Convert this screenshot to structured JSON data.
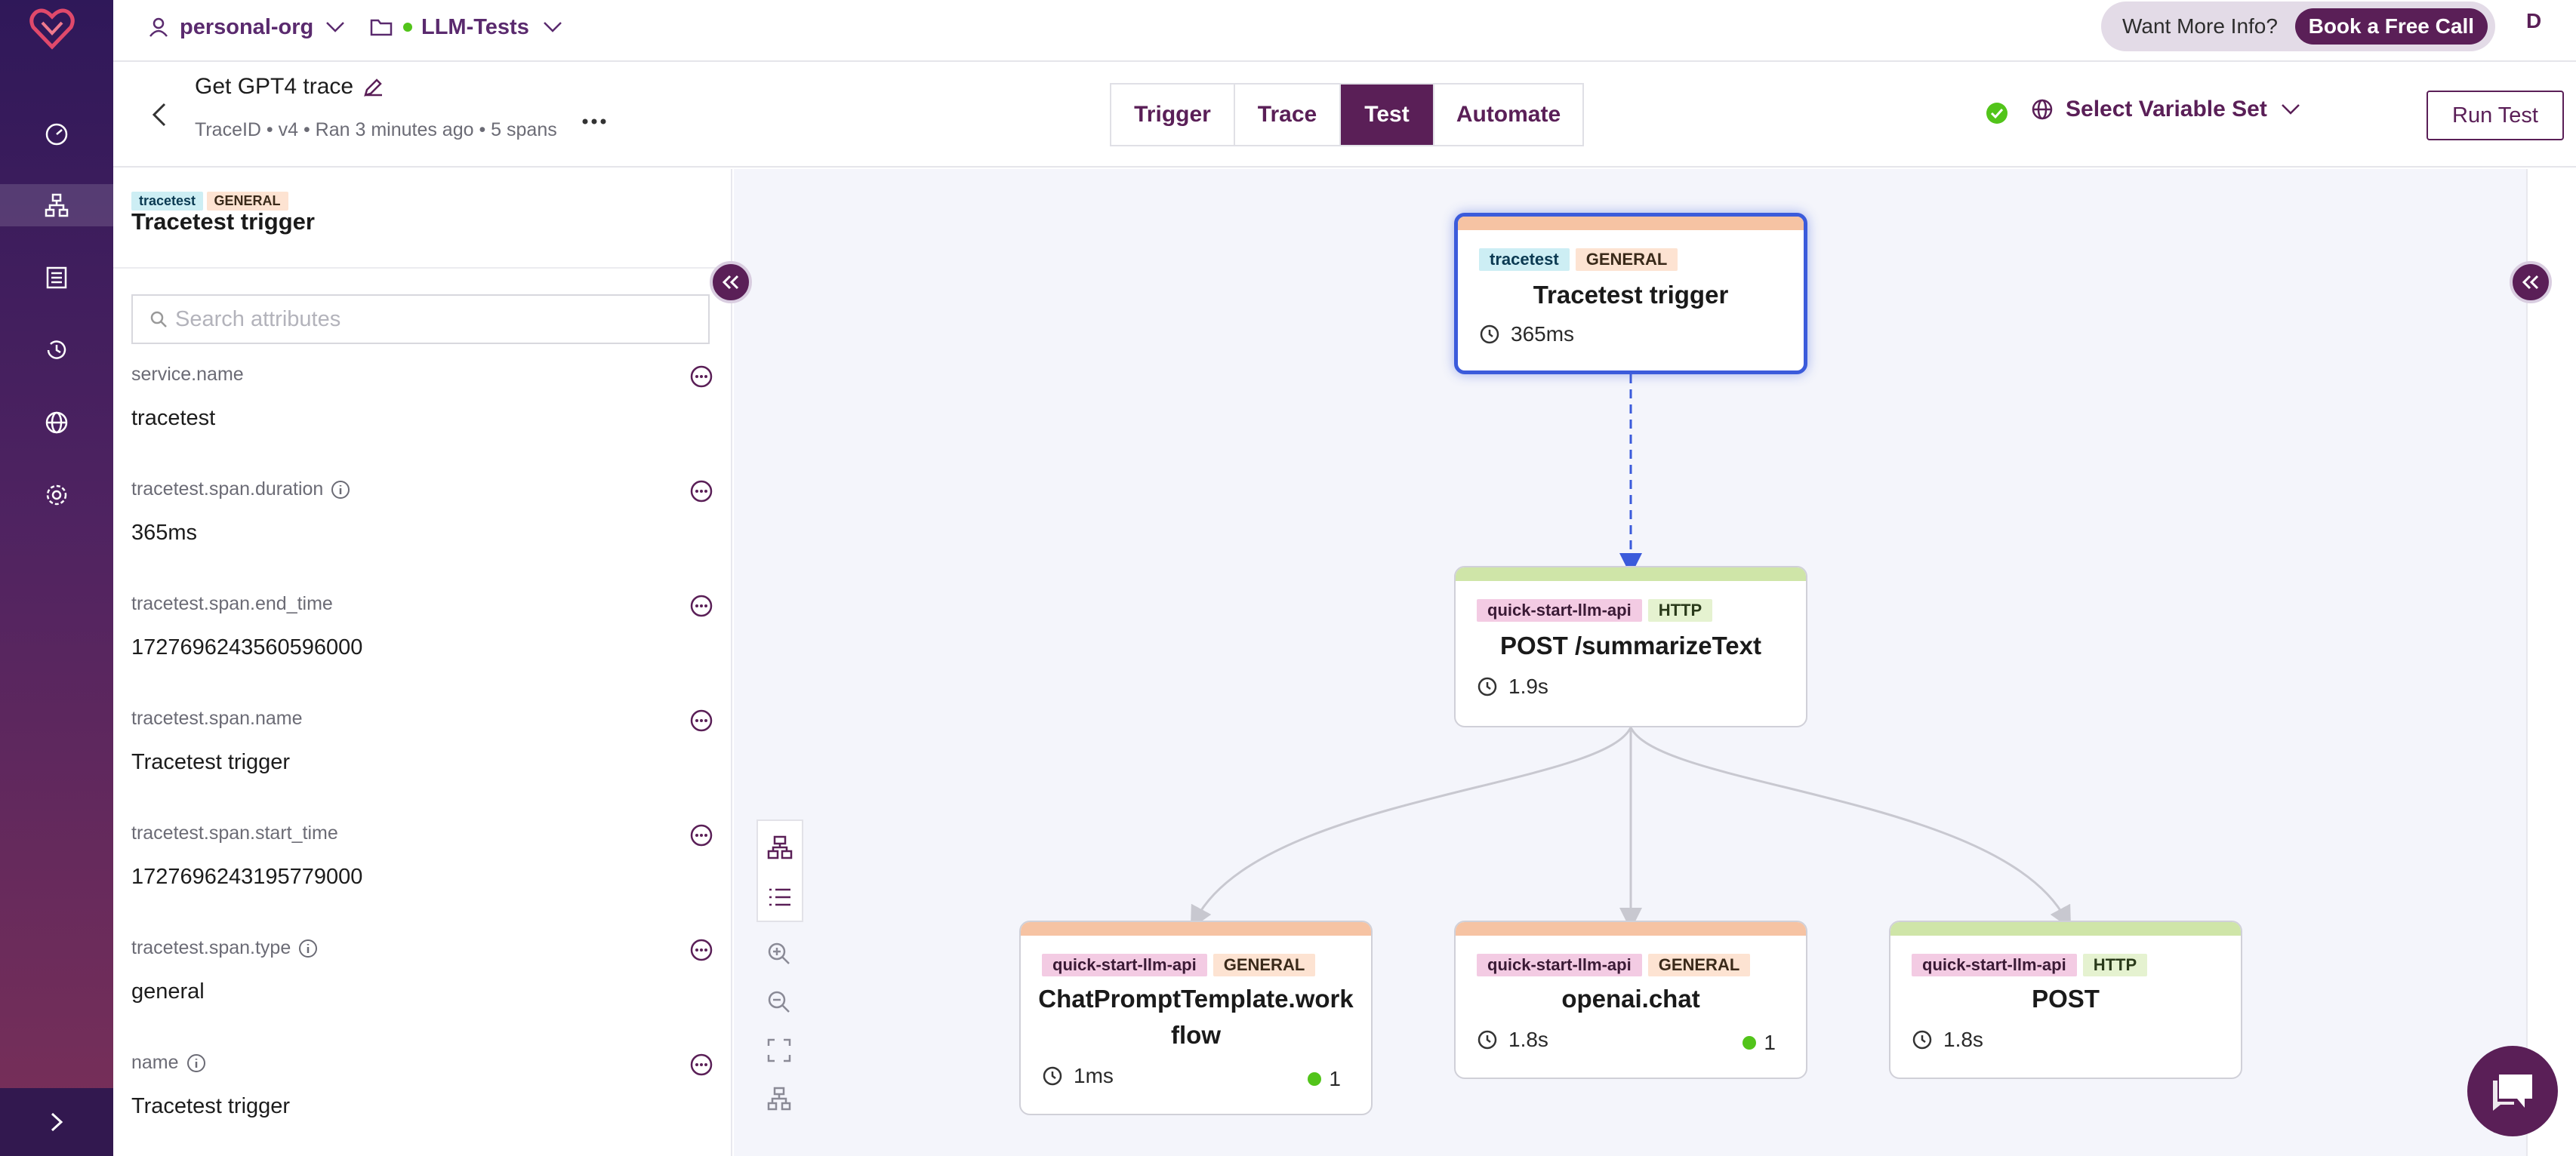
{
  "top_bar": {
    "org": "personal-org",
    "project": "LLM-Tests",
    "promo_text": "Want More Info?",
    "promo_button": "Book a Free Call",
    "user_initial": "D"
  },
  "header": {
    "title": "Get GPT4 trace",
    "meta": "TraceID • v4 • Ran 3 minutes ago • 5 spans",
    "tabs": [
      {
        "label": "Trigger"
      },
      {
        "label": "Trace"
      },
      {
        "label": "Test"
      },
      {
        "label": "Automate"
      }
    ],
    "active_tab": "Test",
    "variable_set_label": "Select Variable Set",
    "run_button": "Run Test"
  },
  "attributes_panel": {
    "tags": [
      "tracetest",
      "GENERAL"
    ],
    "title": "Tracetest trigger",
    "search_placeholder": "Search attributes",
    "attributes": [
      {
        "key": "service.name",
        "value": "tracetest",
        "info": false
      },
      {
        "key": "tracetest.span.duration",
        "value": "365ms",
        "info": true
      },
      {
        "key": "tracetest.span.end_time",
        "value": "1727696243560596000",
        "info": false
      },
      {
        "key": "tracetest.span.name",
        "value": "Tracetest trigger",
        "info": false
      },
      {
        "key": "tracetest.span.start_time",
        "value": "1727696243195779000",
        "info": false
      },
      {
        "key": "tracetest.span.type",
        "value": "general",
        "info": true
      },
      {
        "key": "name",
        "value": "Tracetest trigger",
        "info": true
      }
    ]
  },
  "graph": {
    "nodes": [
      {
        "id": "trigger",
        "tags": [
          "tracetest",
          "GENERAL"
        ],
        "name": "Tracetest trigger",
        "duration": "365ms",
        "count": "",
        "selected": true,
        "bar_color": "#f6c3a3"
      },
      {
        "id": "summarize",
        "tags": [
          "quick-start-llm-api",
          "HTTP"
        ],
        "name": "POST /summarizeText",
        "duration": "1.9s",
        "count": "",
        "selected": false,
        "bar_color": "#cfe5a8"
      },
      {
        "id": "workflow",
        "tags": [
          "quick-start-llm-api",
          "GENERAL"
        ],
        "name": "ChatPromptTemplate.work flow",
        "duration": "1ms",
        "count": "1",
        "selected": false,
        "bar_color": "#f6c3a3"
      },
      {
        "id": "openai",
        "tags": [
          "quick-start-llm-api",
          "GENERAL"
        ],
        "name": "openai.chat",
        "duration": "1.8s",
        "count": "1",
        "selected": false,
        "bar_color": "#f6c3a3"
      },
      {
        "id": "post",
        "tags": [
          "quick-start-llm-api",
          "HTTP"
        ],
        "name": "POST",
        "duration": "1.8s",
        "count": "",
        "selected": false,
        "bar_color": "#cfe5a8"
      }
    ]
  },
  "colors": {
    "brand": "#5a1f57",
    "selected": "#3b5bdb",
    "success": "#52c41a"
  }
}
